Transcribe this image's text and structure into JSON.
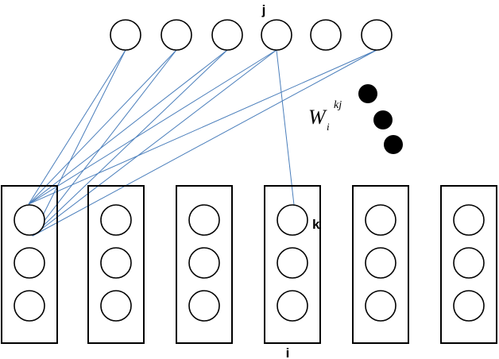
{
  "labels": {
    "top_layer": "j",
    "bottom_layer": "i",
    "unit": "k",
    "weight_main": "W",
    "weight_sub": "i",
    "weight_sup": "kj"
  },
  "colors": {
    "connection": "#4a7ebb",
    "stroke": "#000000",
    "dot": "#000000",
    "background": "#ffffff"
  },
  "structure": {
    "top_nodes": 6,
    "columns": 6,
    "nodes_per_column": 3,
    "ellipsis_dots": 3
  }
}
